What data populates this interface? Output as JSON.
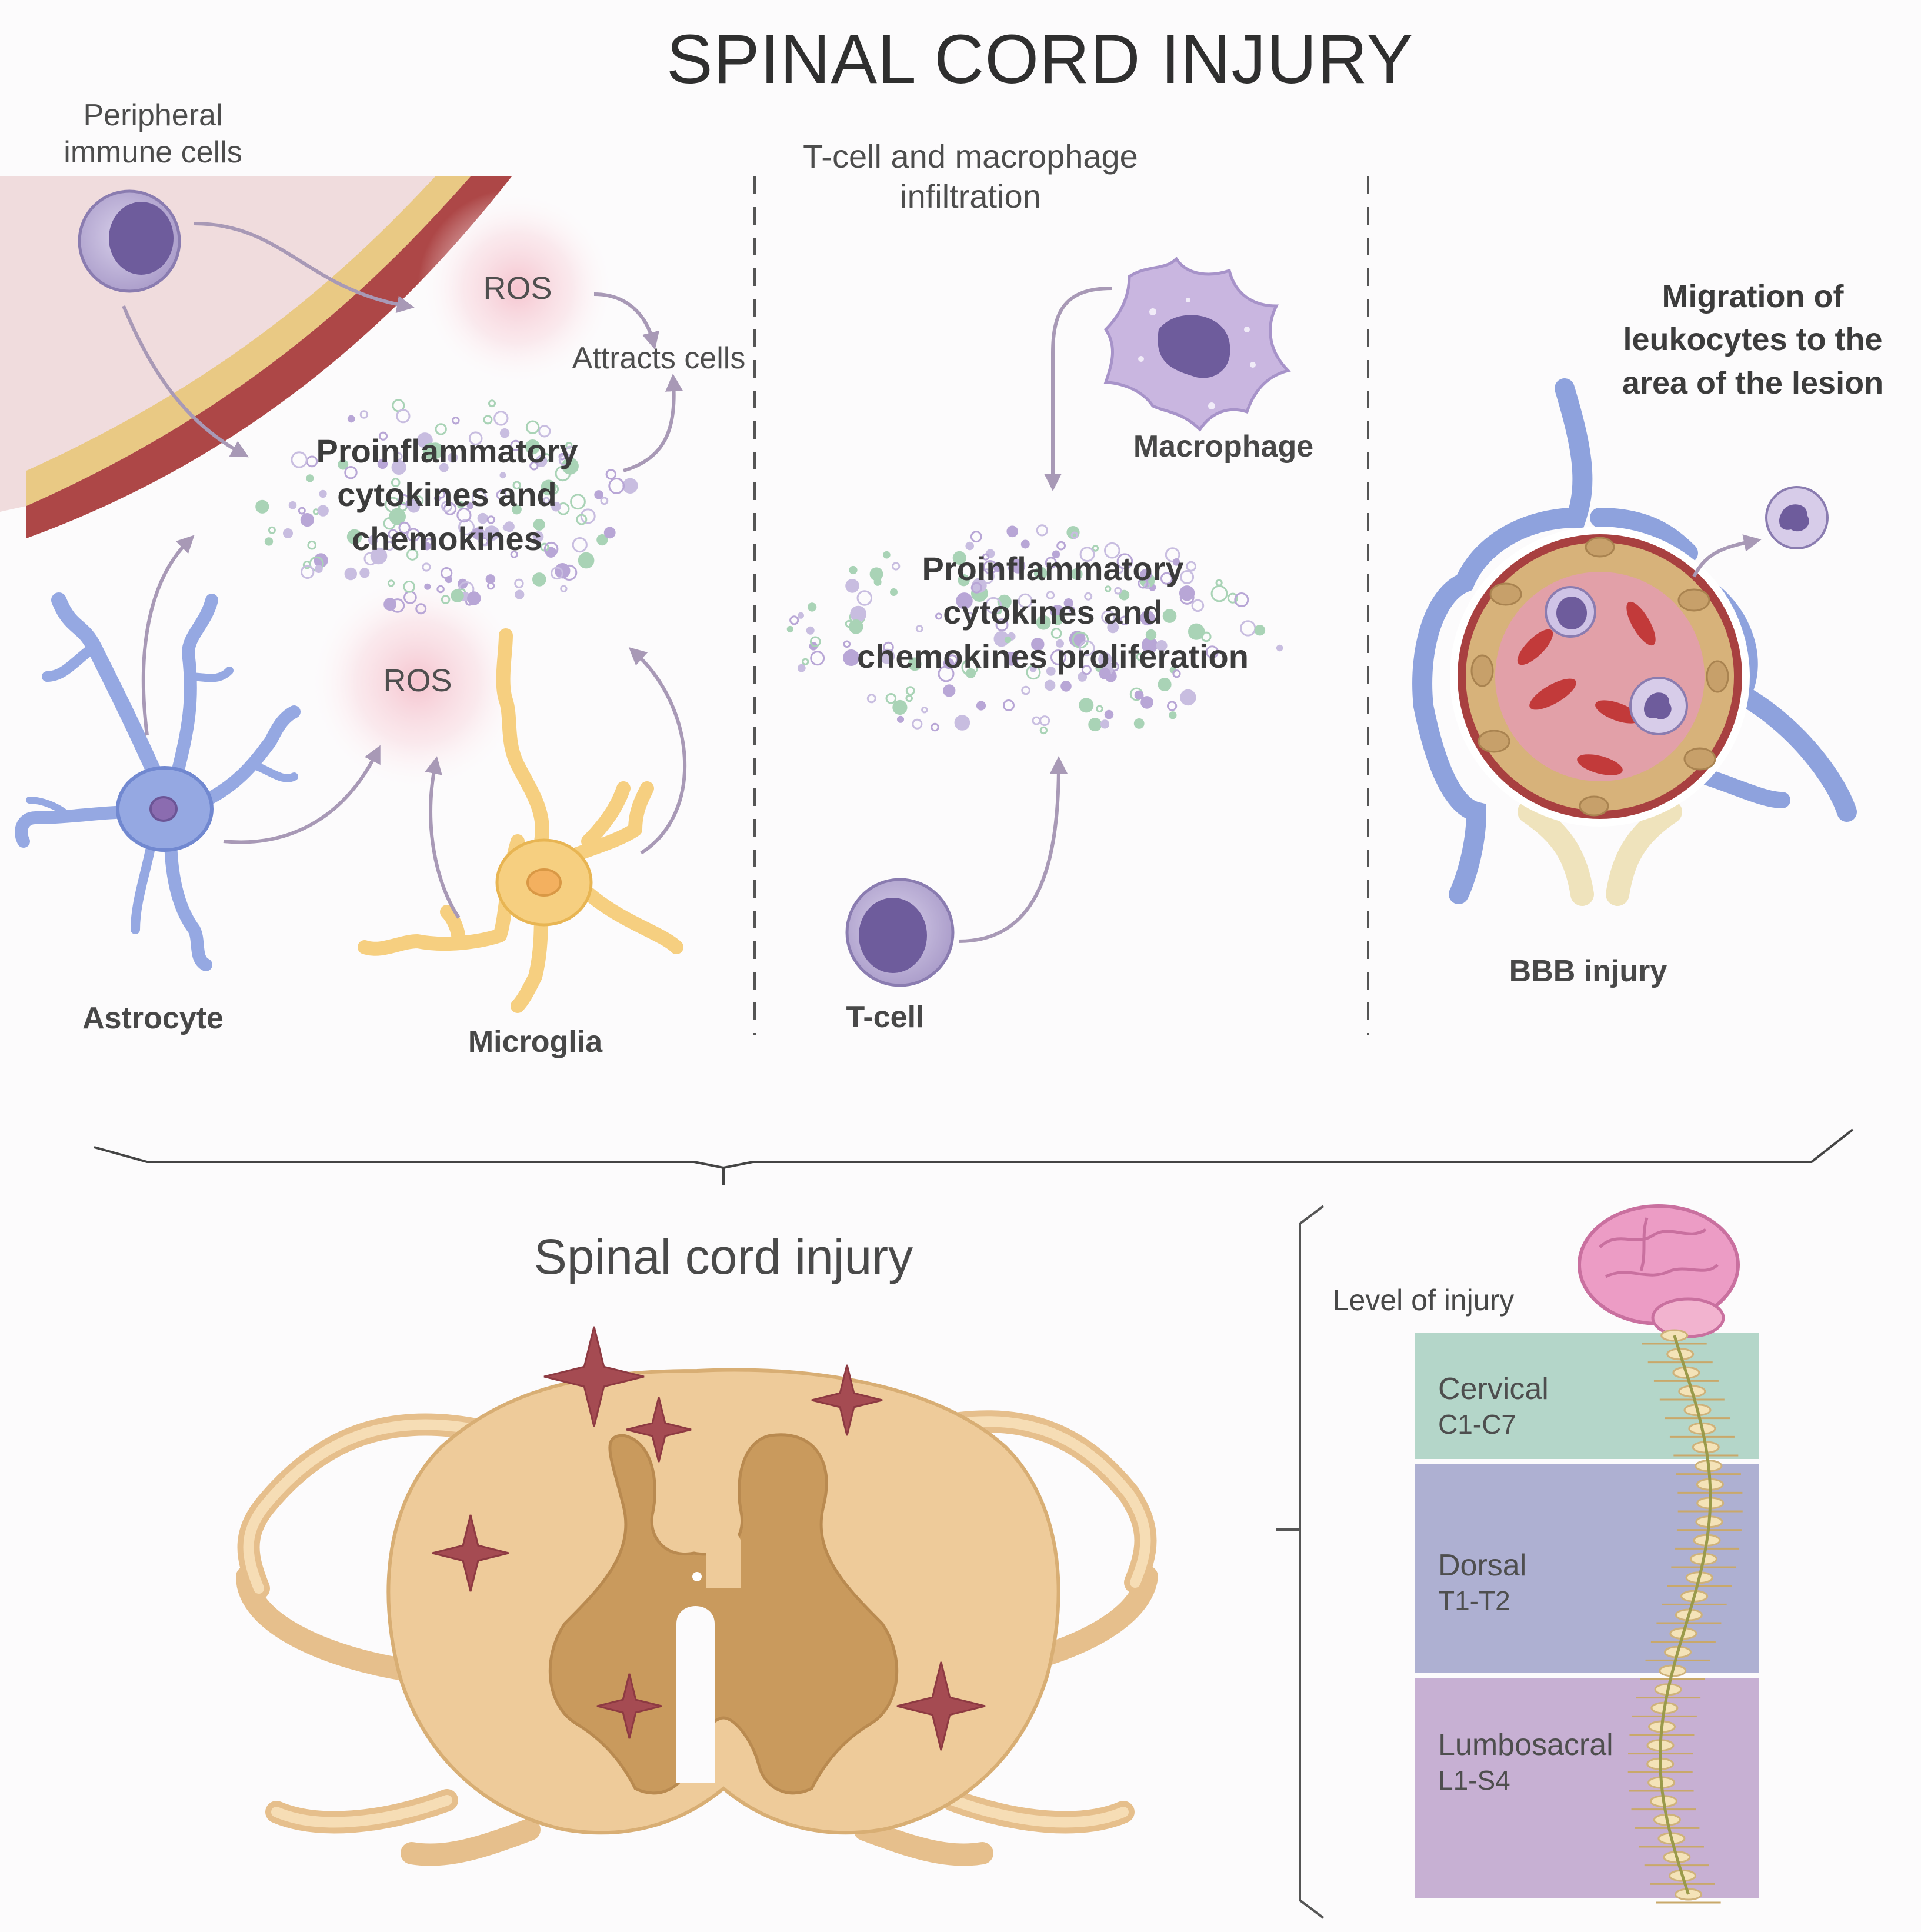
{
  "title": "SPINAL CORD INJURY",
  "panel1": {
    "peripheral_label": [
      "Peripheral",
      "immune cells"
    ],
    "ros_top": "ROS",
    "ros_bottom": "ROS",
    "attracts": "Attracts cells",
    "cytokines": [
      "Proinflammatory",
      "cytokines and",
      "chemokines"
    ],
    "astrocyte": "Astrocyte",
    "microglia": "Microglia"
  },
  "panel2": {
    "heading": [
      "T-cell and macrophage",
      "infiltration"
    ],
    "macrophage": "Macrophage",
    "cytokines": [
      "Proinflammatory",
      "cytokines and",
      "chemokines proliferation"
    ],
    "tcell": "T-cell"
  },
  "panel3": {
    "migration": [
      "Migration of",
      "leukocytes to the",
      "area  of the lesion"
    ],
    "bbb": "BBB injury"
  },
  "bottom": {
    "subtitle": "Spinal cord injury",
    "level_heading": "Level of injury",
    "segments": [
      {
        "name": "Cervical",
        "range": "C1-C7",
        "color": "#b4d6c9"
      },
      {
        "name": "Dorsal",
        "range": "T1-T2",
        "color": "#aeb0d2"
      },
      {
        "name": "Lumbosacral",
        "range": "L1-S4",
        "color": "#c7b0d3"
      }
    ]
  },
  "colors": {
    "cell_purple": "#a696c4",
    "astrocyte_blue": "#8ea2dd",
    "microglia_yellow": "#f6cf80",
    "vessel_red": "#a8413f",
    "spinal_tan": "#e8c394",
    "lesion_star": "#a54b52",
    "arrow": "#a99ab6"
  }
}
